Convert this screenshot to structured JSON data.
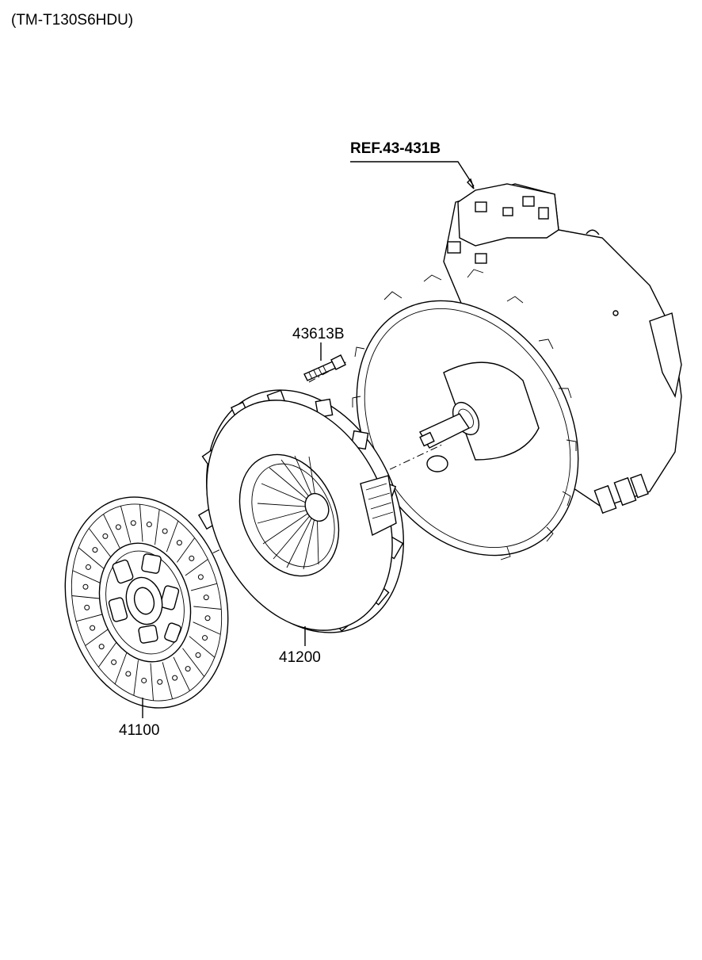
{
  "diagram": {
    "model_code": "(TM-T130S6HDU)",
    "reference": "REF.43-431B",
    "parts": [
      {
        "number": "43613B",
        "item": "bolt"
      },
      {
        "number": "41200",
        "item": "clutch-cover"
      },
      {
        "number": "41100",
        "item": "clutch-disc"
      }
    ]
  }
}
